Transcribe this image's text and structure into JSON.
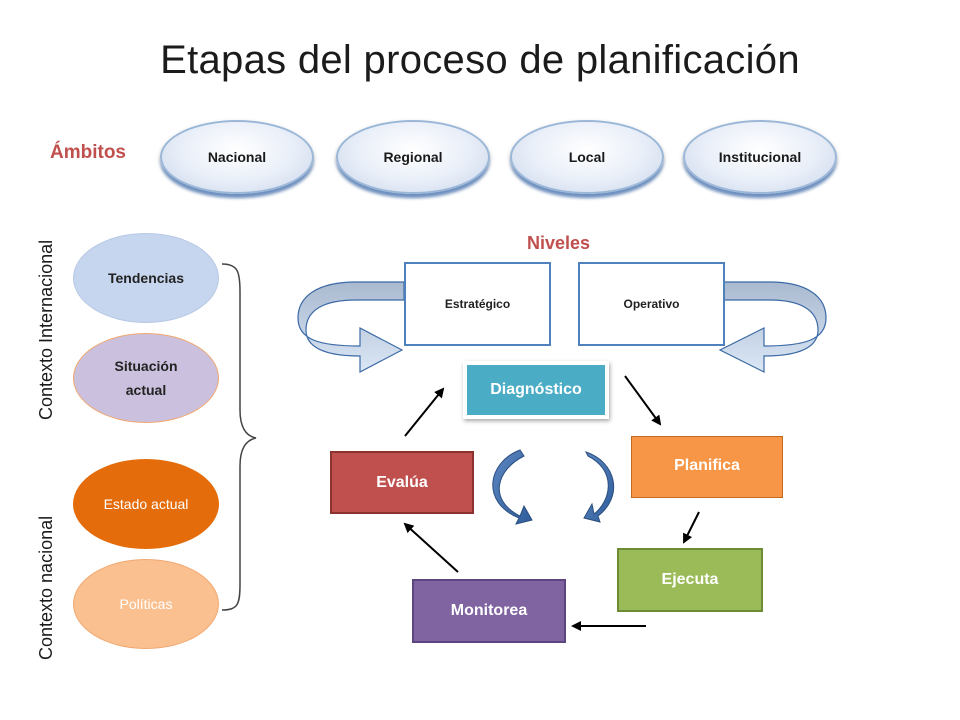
{
  "title": "Etapas del proceso de planificación",
  "ambitos": {
    "label": "Ámbitos",
    "items": [
      "Nacional",
      "Regional",
      "Local",
      "Institucional"
    ]
  },
  "contexto": {
    "internacional_label": "Contexto Internacional",
    "nacional_label": "Contexto nacional",
    "internacional_items": [
      "Tendencias",
      "Situación actual"
    ],
    "nacional_items": [
      "Estado actual",
      "Políticas"
    ]
  },
  "niveles": {
    "label": "Niveles",
    "items": [
      "Estratégico",
      "Operativo"
    ]
  },
  "ciclo": {
    "diagnostico": "Diagnóstico",
    "planifica": "Planifica",
    "ejecuta": "Ejecuta",
    "monitorea": "Monitorea",
    "evalua": "Evalúa"
  },
  "colors": {
    "accent_red": "#c0504d",
    "diagnostico": "#4bacc6",
    "planifica": "#f79646",
    "ejecuta": "#9bbb59",
    "monitorea": "#8064a2",
    "evalua": "#c0504d",
    "nivel_border": "#4f81bd"
  }
}
